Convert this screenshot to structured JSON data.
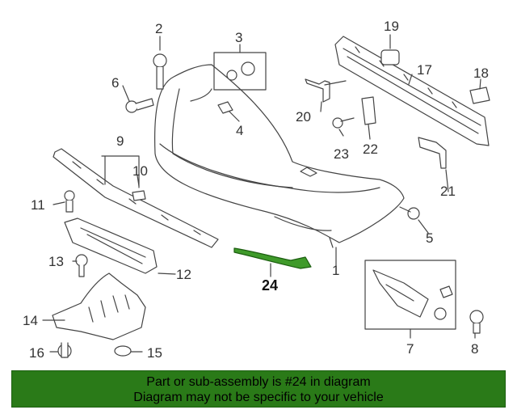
{
  "callouts": {
    "c1": "1",
    "c2": "2",
    "c3": "3",
    "c4": "4",
    "c5": "5",
    "c6": "6",
    "c7": "7",
    "c8": "8",
    "c9": "9",
    "c10": "10",
    "c11": "11",
    "c12": "12",
    "c13": "13",
    "c14": "14",
    "c15": "15",
    "c16": "16",
    "c17": "17",
    "c18": "18",
    "c19": "19",
    "c20": "20",
    "c21": "21",
    "c22": "22",
    "c23": "23",
    "c24": "24"
  },
  "banner": {
    "line1": "Part or sub-assembly is #24 in diagram",
    "line2": "Diagram may not be specific to your vehicle"
  },
  "colors": {
    "banner_bg": "#2a7a18",
    "highlight": "#3f9a2a",
    "line": "#333333",
    "part_fill": "#ffffff",
    "detail": "#777777"
  }
}
